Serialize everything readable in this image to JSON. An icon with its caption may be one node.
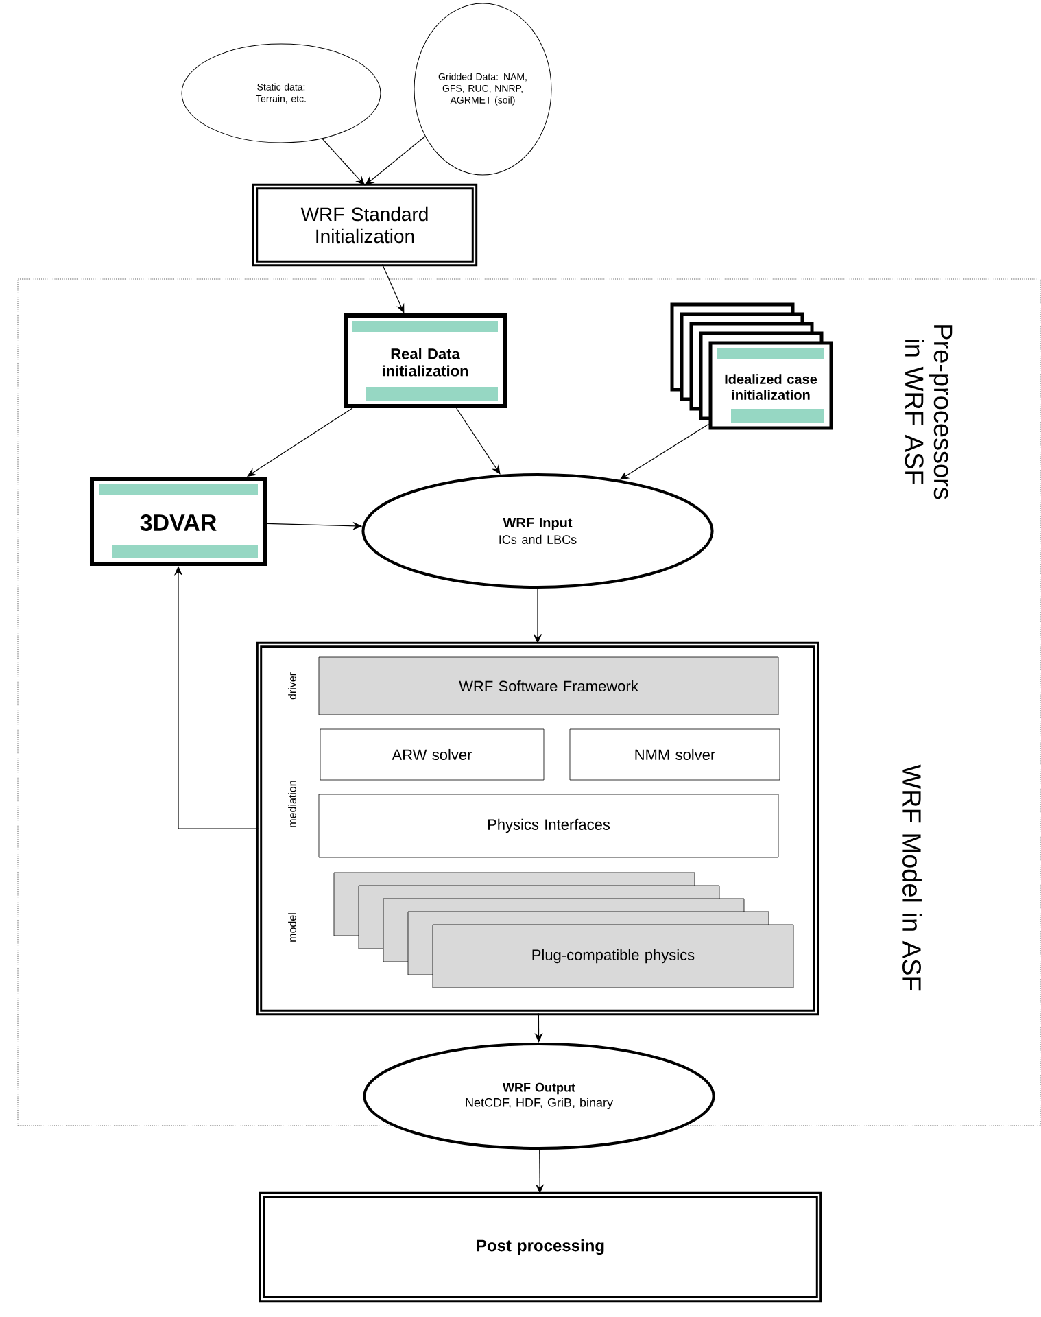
{
  "diagram": {
    "nodes": [
      {
        "text": [
          "Static data: Terrain, etc."
        ]
      },
      {
        "text": [
          "Gridded Data: NAM, GFS, RUC, NNRP, AGRMET (soil)"
        ]
      },
      {
        "text": [
          "WRF Standard Initialization"
        ]
      },
      {
        "text": [
          "Pre-processors in WRF ASF",
          "WRF Model in ASF"
        ]
      },
      {
        "text": [
          "Real Data initialization"
        ],
        "in": 3
      },
      {
        "text": [
          "Idealized case initialization"
        ],
        "in": 3
      },
      {
        "text": [
          "3DVAR"
        ],
        "in": 3
      },
      {
        "text": [
          "WRF Input",
          "ICs and LBCs"
        ],
        "in": 3
      },
      {
        "text": [],
        "shape": "box",
        "in": 3
      },
      {
        "text": [
          "WRF Software Framework"
        ],
        "in": 8
      },
      {
        "text": [
          "ARW solver"
        ],
        "in": 8
      },
      {
        "text": [
          "NMM solver"
        ],
        "in": 8
      },
      {
        "text": [
          "Physics Interfaces"
        ],
        "in": 8
      },
      {
        "text": [
          "Plug-compatible physics"
        ],
        "in": 8
      },
      {
        "text": [
          "WRF Output",
          "NetCDF, HDF, GriB, binary"
        ],
        "in": 3
      },
      {
        "text": [
          "Post processing"
        ]
      }
    ],
    "edges": [
      {
        "from": 0,
        "to": 2,
        "arrow": "to"
      },
      {
        "from": 1,
        "to": 2,
        "arrow": "to"
      },
      {
        "from": 2,
        "to": 4,
        "arrow": "to"
      },
      {
        "from": 4,
        "to": 6,
        "arrow": "to"
      },
      {
        "from": 4,
        "to": 7,
        "arrow": "to"
      },
      {
        "from": 5,
        "to": 7,
        "arrow": "to"
      },
      {
        "from": 6,
        "to": 7,
        "arrow": "to"
      },
      {
        "from": 8,
        "to": 6,
        "arrow": "to"
      },
      {
        "from": 7,
        "to": 8,
        "arrow": "to"
      },
      {
        "from": 8,
        "to": 14,
        "arrow": "to"
      },
      {
        "from": 14,
        "to": 15,
        "arrow": "to"
      }
    ],
    "labels": [
      "driver",
      "mediation",
      "model"
    ]
  }
}
